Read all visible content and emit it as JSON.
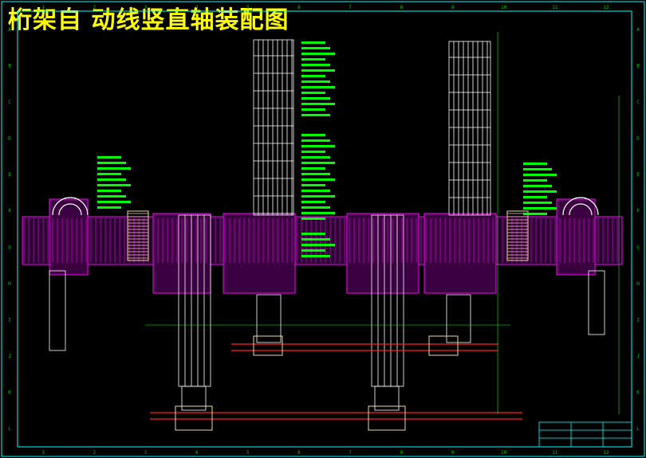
{
  "drawing": {
    "title": "桁架自 动线竖直轴装配图",
    "colors": {
      "background": "#000000",
      "frame": "#00ffff",
      "structure": "#ffffff",
      "housing": "#ff00ff",
      "annotation": "#00ff00",
      "accent_red": "#ff2020",
      "accent_yellow": "#ffff00",
      "gear": "#f0d8a0"
    },
    "border_columns": [
      "1",
      "2",
      "3",
      "4",
      "5",
      "6",
      "7",
      "8",
      "9",
      "10",
      "11",
      "12"
    ],
    "border_rows": [
      "A",
      "B",
      "C",
      "D",
      "E",
      "F",
      "G",
      "H",
      "I",
      "J",
      "K",
      "L"
    ]
  }
}
